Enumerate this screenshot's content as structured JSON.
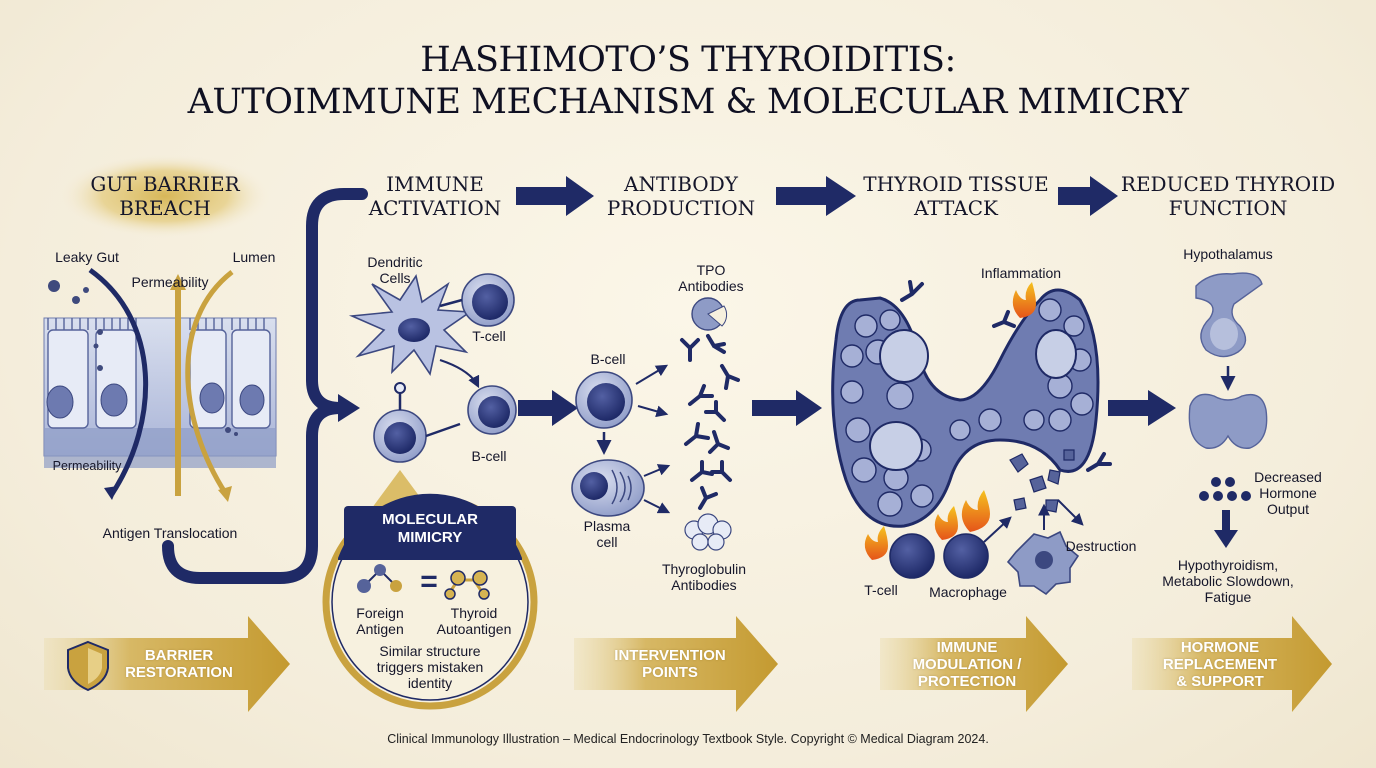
{
  "title": {
    "line1": "HASHIMOTO’S THYROIDITIS:",
    "line2": "AUTOIMMUNE MECHANISM & MOLECULAR MIMICRY"
  },
  "stages": {
    "gut": "GUT BARRIER\nBREACH",
    "immune": "IMMUNE\nACTIVATION",
    "antibody": "ANTIBODY\nPRODUCTION",
    "attack": "THYROID TISSUE\nATTACK",
    "reduced": "REDUCED THYROID\nFUNCTION"
  },
  "labels": {
    "leaky_gut": "Leaky Gut",
    "lumen": "Lumen",
    "permeability_top": "Permeability",
    "permeability_bottom": "Permeability",
    "antigen_translocation": "Antigen Translocation",
    "dendritic_cells": "Dendritic\nCells",
    "t_cell_immune": "T-cell",
    "b_cell_immune": "B-cell",
    "tpo_antibodies": "TPO\nAntibodies",
    "b_cell_antibody": "B-cell",
    "plasma_cell": "Plasma\ncell",
    "thyroglobulin_antibodies": "Thyroglobulin\nAntibodies",
    "inflammation": "Inflammation",
    "destruction": "Destruction",
    "t_cell_attack": "T-cell",
    "macrophage": "Macrophage",
    "hypothalamus": "Hypothalamus",
    "decreased_hormone": "Decreased\nHormone\nOutput",
    "outcome": "Hypothyroidism,\nMetabolic Slowdown,\nFatigue"
  },
  "mimicry": {
    "title": "MOLECULAR\nMIMICRY",
    "foreign": "Foreign\nAntigen",
    "equals": "=",
    "thyroid": "Thyroid\nAutoantigen",
    "caption": "Similar structure\ntriggers mistaken\nidentity"
  },
  "interventions": {
    "barrier": "BARRIER\nRESTORATION",
    "points": "INTERVENTION\nPOINTS",
    "immune": "IMMUNE\nMODULATION /\nPROTECTION",
    "hormone": "HORMONE\nREPLACEMENT\n& SUPPORT"
  },
  "footer": "Clinical Immunology Illustration – Medical Endocrinology Textbook Style. Copyright © Medical Diagram 2024.",
  "colors": {
    "navy": "#1f2a66",
    "gold": "#c9a23f",
    "cell_fill": "#8e9bc6",
    "cell_light": "#c7cfe6",
    "background": "#f6f0de",
    "flame": "#f08a1c"
  },
  "icons": [
    "shield-icon",
    "flame-icon",
    "antibody-icon",
    "cell-icon",
    "gland-icon",
    "arrow-icon"
  ]
}
